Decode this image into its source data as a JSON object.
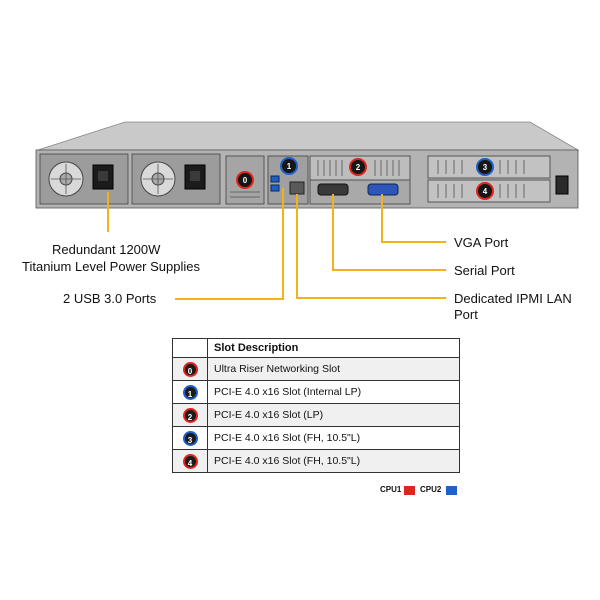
{
  "callouts": {
    "psu_line1": "Redundant 1200W",
    "psu_line2": "Titanium Level Power Supplies",
    "usb": "2 USB 3.0 Ports",
    "vga": "VGA Port",
    "serial": "Serial Port",
    "ipmi_line1": "Dedicated IPMI LAN",
    "ipmi_line2": "Port"
  },
  "table": {
    "header": "Slot Description",
    "rows": [
      {
        "num": "0",
        "desc": "Ultra Riser Networking Slot",
        "cpu": "CPU1"
      },
      {
        "num": "1",
        "desc": "PCI-E 4.0 x16 Slot (Internal LP)",
        "cpu": "CPU2"
      },
      {
        "num": "2",
        "desc": "PCI-E 4.0 x16 Slot (LP)",
        "cpu": "CPU1"
      },
      {
        "num": "3",
        "desc": "PCI-E 4.0 x16 Slot (FH, 10.5\"L)",
        "cpu": "CPU2"
      },
      {
        "num": "4",
        "desc": "PCI-E 4.0 x16 Slot (FH, 10.5\"L)",
        "cpu": "CPU1"
      }
    ]
  },
  "legend": {
    "cpu1_label": "CPU1",
    "cpu2_label": "CPU2",
    "cpu1_color": "#e0261c",
    "cpu2_color": "#1e62c9"
  },
  "colors": {
    "leader_line": "#f3b21b"
  }
}
